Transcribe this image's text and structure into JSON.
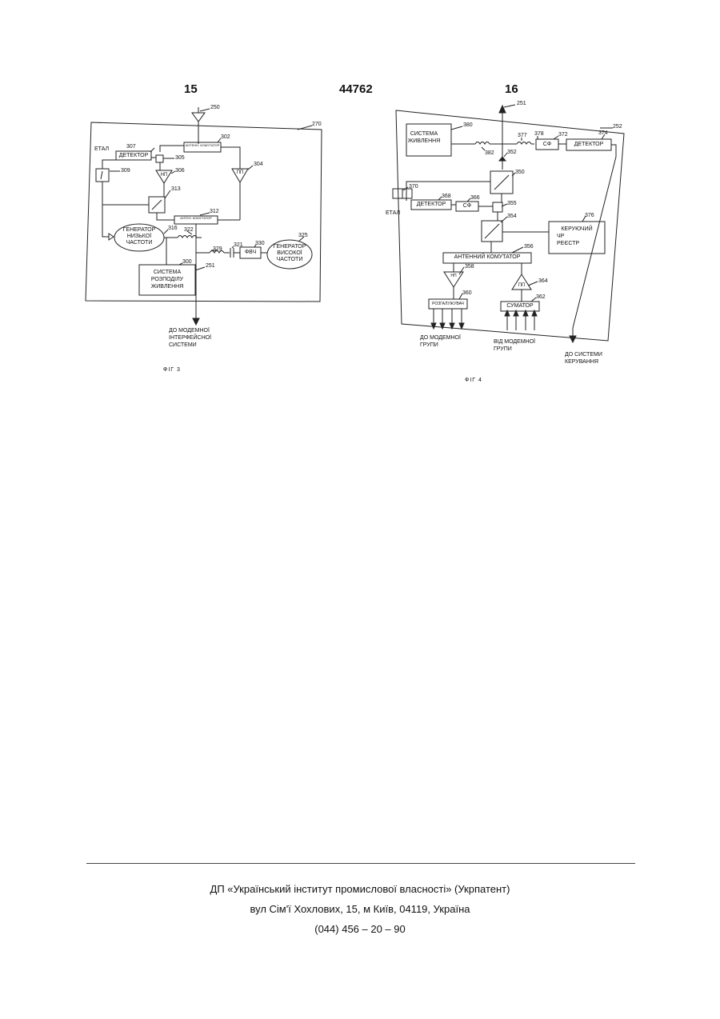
{
  "header": {
    "left_page": "15",
    "patent_number": "44762",
    "right_page": "16"
  },
  "fig3": {
    "caption": "ФІГ 3",
    "labels": {
      "etalon": "ЕТАЛ",
      "detector": "ДЕТЕКТОР",
      "lna": "НП",
      "pa": "ПП",
      "antenna_switch_top": "АНТЕНН. КОМУТАТОР",
      "antenna_switch_mid": "АНТЕН. КОМУТАТОР",
      "lf_generator_1": "ГЕНЕРАТОР",
      "lf_generator_2": "НИЗЬКОЇ",
      "lf_generator_3": "ЧАСТОТИ",
      "hf_generator_1": "ГЕНЕРАТОР",
      "hf_generator_2": "ВИСОКОЇ",
      "hf_generator_3": "ЧАСТОТИ",
      "power_dist_1": "СИСТЕМА",
      "power_dist_2": "РОЗПОДІЛУ",
      "power_dist_3": "ЖИВЛЕННЯ",
      "hpf": "ФВЧ",
      "out_1": "ДО МОДЕМНОЇ",
      "out_2": "ІНТЕРФЕЙСНОЇ",
      "out_3": "СИСТЕМИ"
    },
    "refs": {
      "r250": "250",
      "r270": "270",
      "r307": "307",
      "r302": "302",
      "r305": "305",
      "r309": "309",
      "r306": "306",
      "r304": "304",
      "r313": "313",
      "r312": "312",
      "r316": "316",
      "r322": "322",
      "r329": "329",
      "r321": "321",
      "r330": "330",
      "r325": "325",
      "r300": "300",
      "r251": "251"
    }
  },
  "fig4": {
    "caption": "ФІГ 4",
    "labels": {
      "power_1": "СИСТЕМА",
      "power_2": "ЖИВЛЕННЯ",
      "sf": "СФ",
      "sf2": "СФ",
      "detector_top": "ДЕТЕКТОР",
      "detector_mid": "ДЕТЕКТОР",
      "etalon": "ЕТАЛ",
      "control_1": "КЕРУЮЧИЙ",
      "control_2": "ЧР",
      "control_3": "РЕЄСТР",
      "antenna_switch": "АНТЕННИЙ КОМУТАТОР",
      "lna": "НП",
      "pa": "ПП",
      "splitter": "РОЗГАЛУЖУВАЧ",
      "combiner": "СУМАТОР",
      "out_modem_1": "ДО МОДЕМНОЇ",
      "out_modem_2": "ГРУПИ",
      "in_modem_1": "ВІД МОДЕМНОЇ",
      "in_modem_2": "ГРУПИ",
      "to_control_1": "ДО СИСТЕМИ",
      "to_control_2": "КЕРУВАННЯ"
    },
    "refs": {
      "r251": "251",
      "r252": "252",
      "r380": "380",
      "r382": "382",
      "r352": "352",
      "r377": "377",
      "r378": "378",
      "r372": "372",
      "r374": "374",
      "r350": "350",
      "r370": "370",
      "r368": "368",
      "r366": "366",
      "r355": "355",
      "r354": "354",
      "r376": "376",
      "r356": "356",
      "r358": "358",
      "r364": "364",
      "r360": "360",
      "r362": "362"
    }
  },
  "footer": {
    "line1": "ДП «Український інститут промислової власності» (Укрпатент)",
    "line2": "вул  Сім'ї Хохлових, 15, м  Київ, 04119, Україна",
    "line3": "(044) 456 – 20 –  90"
  }
}
